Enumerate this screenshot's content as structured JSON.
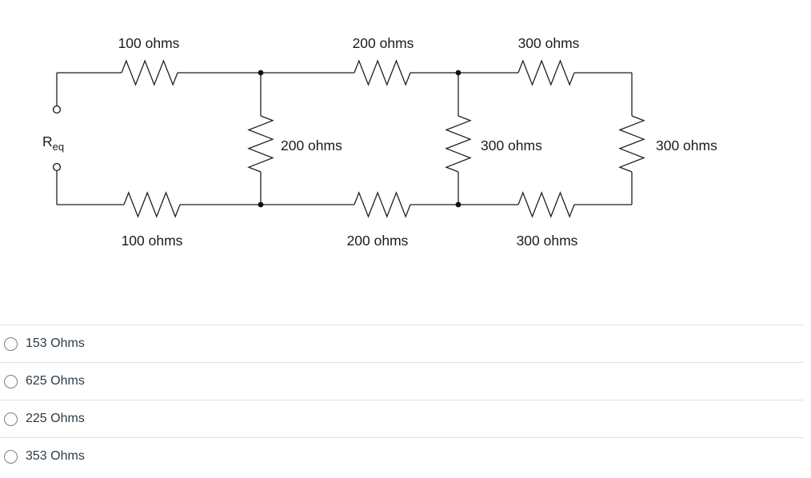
{
  "circuit": {
    "req": {
      "symbol": "R",
      "subscript": "eq"
    },
    "top_row_labels": [
      "100 ohms",
      "200 ohms",
      "300 ohms"
    ],
    "bottom_row_labels": [
      "100 ohms",
      "200 ohms",
      "300 ohms"
    ],
    "shunt_labels": [
      "200 ohms",
      "300 ohms",
      "300 ohms"
    ]
  },
  "answers": {
    "options": [
      {
        "label": "153 Ohms",
        "selected": false
      },
      {
        "label": "625 Ohms",
        "selected": false
      },
      {
        "label": "225 Ohms",
        "selected": false
      },
      {
        "label": "353 Ohms",
        "selected": false
      }
    ]
  },
  "colors": {
    "circuit_stroke": "#1f1f1f",
    "answer_text": "#2d3b45",
    "divider": "#e1e1e1",
    "radio_border": "#7d7d7d"
  }
}
